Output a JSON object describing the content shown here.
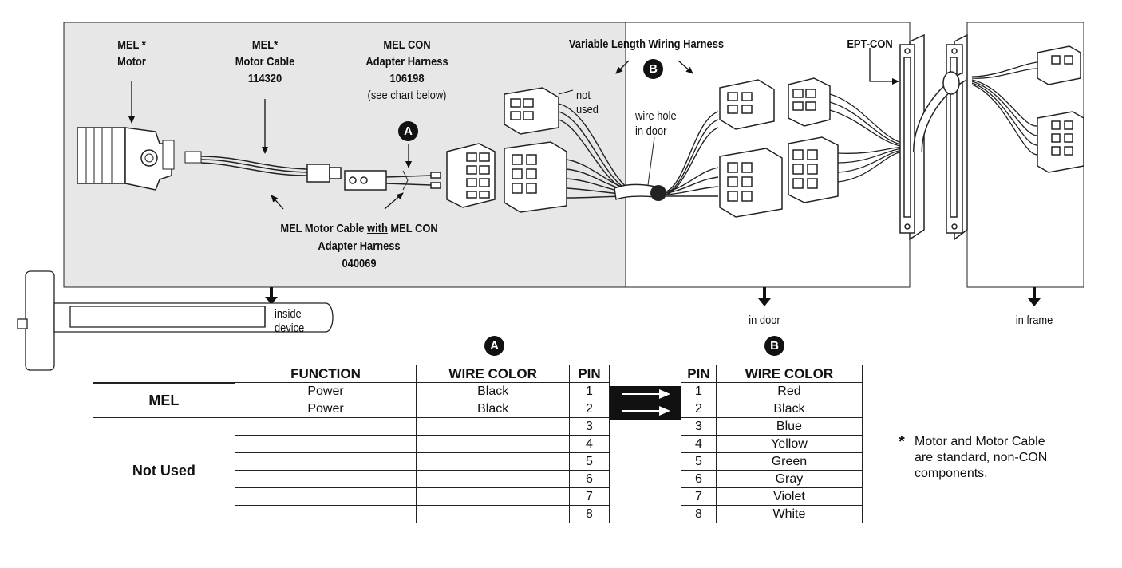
{
  "labels": {
    "mel_motor_1": "MEL *",
    "mel_motor_2": "Motor",
    "mel_cable_1": "MEL*",
    "mel_cable_2": "Motor Cable",
    "mel_cable_3": "114320",
    "melcon_1": "MEL CON",
    "melcon_2": "Adapter Harness",
    "melcon_3": "106198",
    "melcon_4": "(see chart below)",
    "harness": "Variable Length Wiring Harness",
    "not_used_1": "not",
    "not_used_2": "used",
    "wire_hole_1": "wire hole",
    "wire_hole_2": "in door",
    "ept_con": "EPT-CON",
    "with_cable_1a": "MEL Motor Cable ",
    "with_cable_1b": "with",
    "with_cable_1c": " MEL CON",
    "with_cable_2": "Adapter Harness",
    "with_cable_3": "040069",
    "inside_1": "inside",
    "inside_2": "device",
    "in_door": "in door",
    "in_frame": "in frame"
  },
  "badges": {
    "a": "A",
    "b": "B"
  },
  "table_a": {
    "headers": [
      "FUNCTION",
      "WIRE COLOR",
      "PIN"
    ],
    "group_mel": "MEL",
    "group_not_used": "Not Used",
    "rows": [
      {
        "function": "Power",
        "color": "Black",
        "pin": "1"
      },
      {
        "function": "Power",
        "color": "Black",
        "pin": "2"
      },
      {
        "function": "",
        "color": "",
        "pin": "3"
      },
      {
        "function": "",
        "color": "",
        "pin": "4"
      },
      {
        "function": "",
        "color": "",
        "pin": "5"
      },
      {
        "function": "",
        "color": "",
        "pin": "6"
      },
      {
        "function": "",
        "color": "",
        "pin": "7"
      },
      {
        "function": "",
        "color": "",
        "pin": "8"
      }
    ]
  },
  "table_b": {
    "headers": [
      "PIN",
      "WIRE COLOR"
    ],
    "rows": [
      {
        "pin": "1",
        "color": "Red"
      },
      {
        "pin": "2",
        "color": "Black"
      },
      {
        "pin": "3",
        "color": "Blue"
      },
      {
        "pin": "4",
        "color": "Yellow"
      },
      {
        "pin": "5",
        "color": "Green"
      },
      {
        "pin": "6",
        "color": "Gray"
      },
      {
        "pin": "7",
        "color": "Violet"
      },
      {
        "pin": "8",
        "color": "White"
      }
    ]
  },
  "footnote": {
    "star": "*",
    "line1": "Motor and Motor Cable",
    "line2": "are standard, non-CON",
    "line3": "components."
  },
  "colors": {
    "inside_panel": "#e7e7e7",
    "ink": "#111111"
  }
}
